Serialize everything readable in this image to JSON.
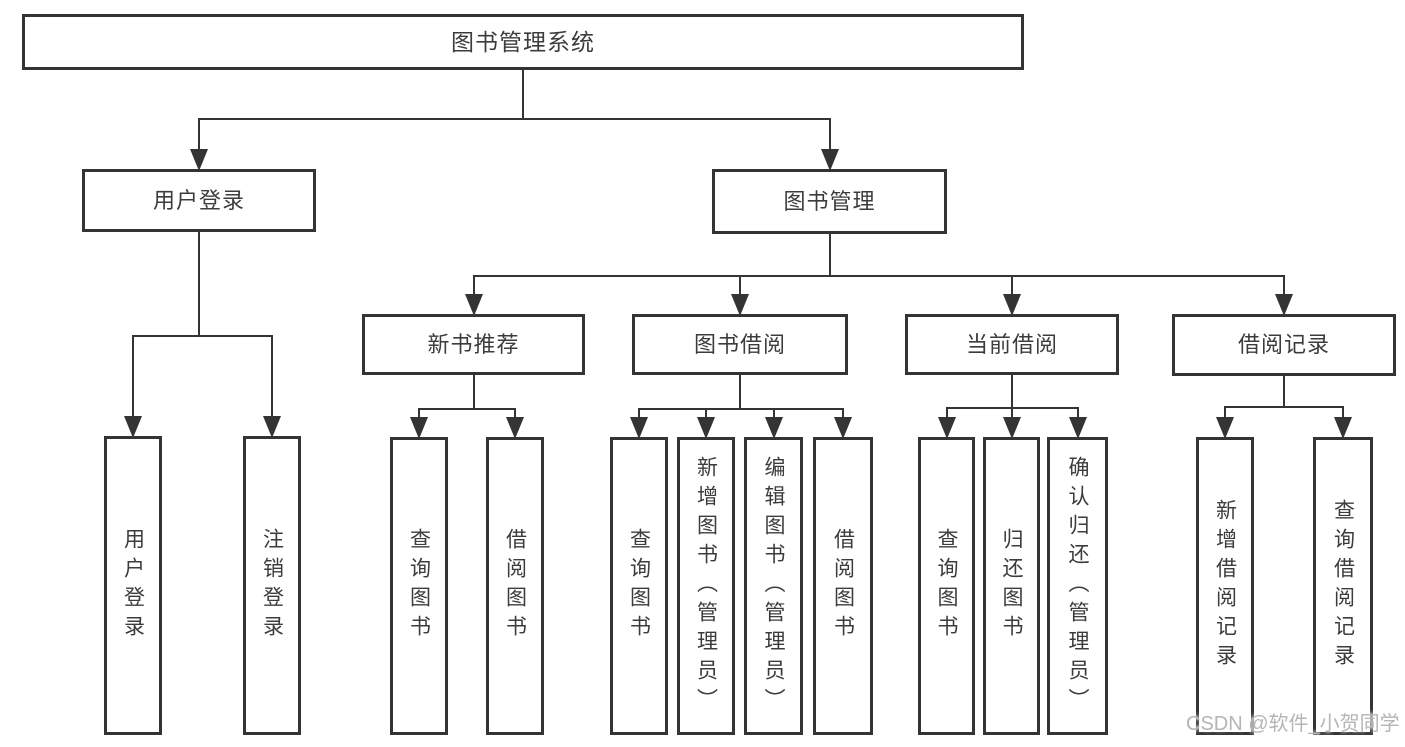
{
  "colors": {
    "background": "#ffffff",
    "line": "#343434",
    "box_fill": "#ffffff",
    "text": "#3c3c3c",
    "watermark": "#b5b5b5"
  },
  "watermark": {
    "text": "CSDN @软件_小贺同学"
  },
  "diagram": {
    "type": "tree",
    "title": "图书管理系统",
    "nodes": [
      {
        "id": "root",
        "label": "图书管理系统",
        "parent": null
      },
      {
        "id": "user-login",
        "label": "用户登录",
        "parent": "root"
      },
      {
        "id": "book-mgmt",
        "label": "图书管理",
        "parent": "root"
      },
      {
        "id": "login-op",
        "label": "用户登录",
        "parent": "user-login"
      },
      {
        "id": "logout-op",
        "label": "注销登录",
        "parent": "user-login"
      },
      {
        "id": "new-book-rec",
        "label": "新书推荐",
        "parent": "book-mgmt"
      },
      {
        "id": "book-borrow",
        "label": "图书借阅",
        "parent": "book-mgmt"
      },
      {
        "id": "current-borrow",
        "label": "当前借阅",
        "parent": "book-mgmt"
      },
      {
        "id": "borrow-records",
        "label": "借阅记录",
        "parent": "book-mgmt"
      },
      {
        "id": "nbr-query-books",
        "label": "查询图书",
        "parent": "new-book-rec"
      },
      {
        "id": "nbr-borrow-books",
        "label": "借阅图书",
        "parent": "new-book-rec"
      },
      {
        "id": "bb-query-books",
        "label": "查询图书",
        "parent": "book-borrow"
      },
      {
        "id": "bb-add-books",
        "label": "新增图书（管理员）",
        "parent": "book-borrow"
      },
      {
        "id": "bb-edit-books",
        "label": "编辑图书（管理员）",
        "parent": "book-borrow"
      },
      {
        "id": "bb-borrow-books",
        "label": "借阅图书",
        "parent": "book-borrow"
      },
      {
        "id": "cb-query-books",
        "label": "查询图书",
        "parent": "current-borrow"
      },
      {
        "id": "cb-return-books",
        "label": "归还图书",
        "parent": "current-borrow"
      },
      {
        "id": "cb-confirm-return",
        "label": "确认归还（管理员）",
        "parent": "current-borrow"
      },
      {
        "id": "br-add-record",
        "label": "新增借阅记录",
        "parent": "borrow-records"
      },
      {
        "id": "br-query-record",
        "label": "查询借阅记录",
        "parent": "borrow-records"
      }
    ]
  }
}
